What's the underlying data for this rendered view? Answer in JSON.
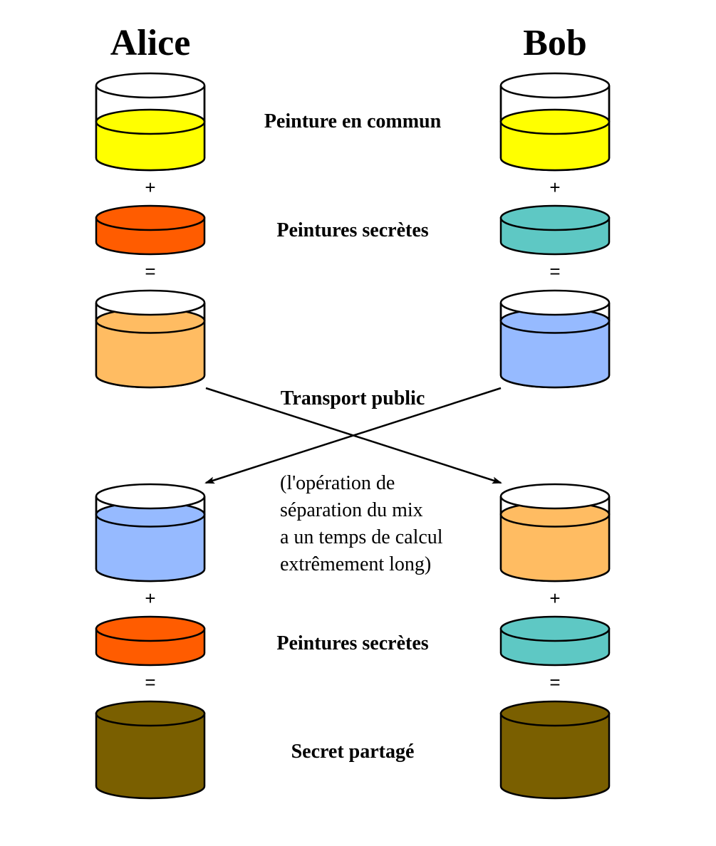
{
  "titles": {
    "left": "Alice",
    "right": "Bob"
  },
  "labels": {
    "common": "Peinture en commun",
    "secret1": "Peintures secrètes",
    "transport": "Transport public",
    "secret2": "Peintures secrètes",
    "shared": "Secret partagé"
  },
  "note_lines": [
    "(l'opération de",
    "séparation du mix",
    "a un temps de calcul",
    "extrêmement long)"
  ],
  "operators": {
    "plus": "+",
    "equals": "="
  },
  "colors": {
    "common_yellow": "#ffff00",
    "alice_secret_orange": "#ff5c00",
    "bob_secret_teal": "#5ec8c4",
    "alice_mix_light_orange": "#ffbc62",
    "bob_mix_light_blue": "#96baff",
    "shared_brown": "#7a5f00"
  },
  "buckets": {
    "alice": [
      {
        "row": "common",
        "color": "#ffff00",
        "fill_level": 0.5
      },
      {
        "row": "secret",
        "color": "#ff5c00",
        "fill_level": 1.0
      },
      {
        "row": "mix",
        "color": "#ffbc62",
        "fill_level": 0.75
      },
      {
        "row": "received",
        "color": "#96baff",
        "fill_level": 0.75
      },
      {
        "row": "secret",
        "color": "#ff5c00",
        "fill_level": 1.0
      },
      {
        "row": "shared",
        "color": "#7a5f00",
        "fill_level": 1.0
      }
    ],
    "bob": [
      {
        "row": "common",
        "color": "#ffff00",
        "fill_level": 0.5
      },
      {
        "row": "secret",
        "color": "#5ec8c4",
        "fill_level": 1.0
      },
      {
        "row": "mix",
        "color": "#96baff",
        "fill_level": 0.75
      },
      {
        "row": "received",
        "color": "#ffbc62",
        "fill_level": 0.75
      },
      {
        "row": "secret",
        "color": "#5ec8c4",
        "fill_level": 1.0
      },
      {
        "row": "shared",
        "color": "#7a5f00",
        "fill_level": 1.0
      }
    ]
  }
}
